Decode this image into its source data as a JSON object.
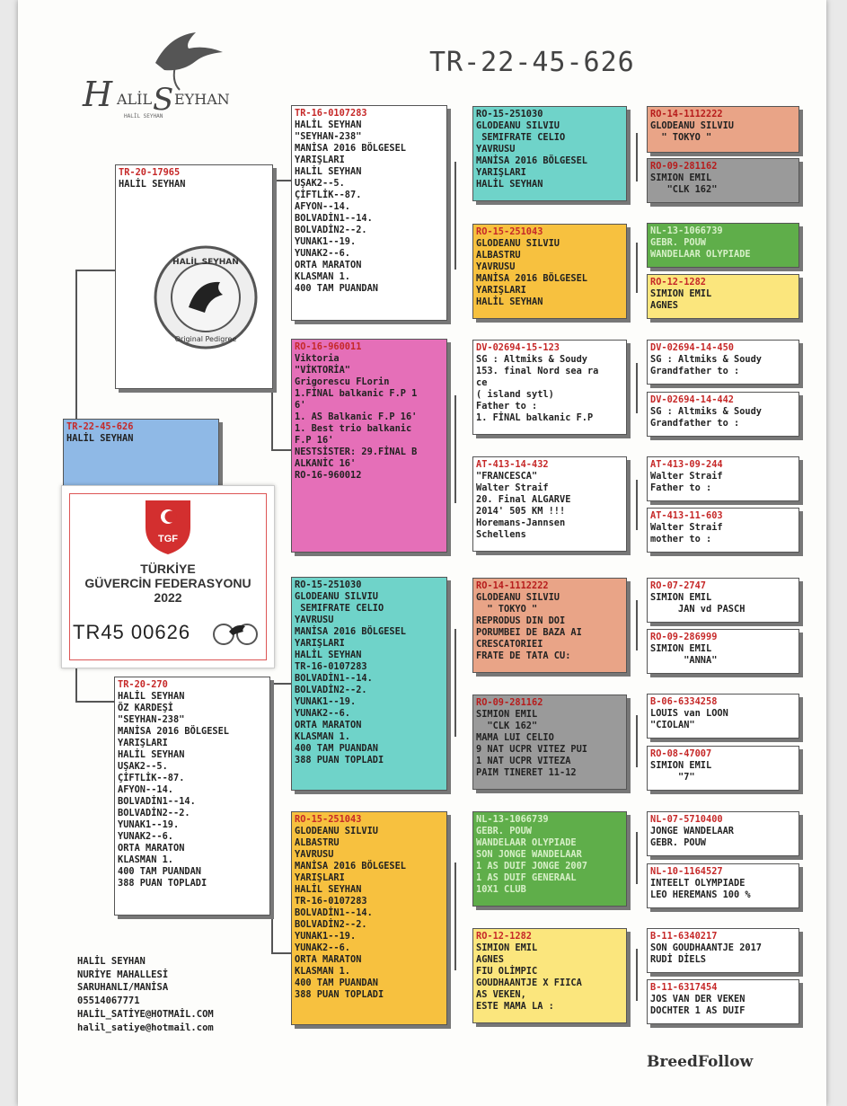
{
  "title": "TR-22-45-626",
  "logo": {
    "name": "HALİL SEYHAN",
    "tagline": "HALİL SEYHAN"
  },
  "seal": {
    "text": "HALİL SEYHAN · Original Pedigree"
  },
  "federation": {
    "line1": "TÜRKİYE",
    "line2": "GÜVERCİN FEDERASYONU",
    "line3": "2022",
    "ring": "TR45 00626",
    "badge": "TGF"
  },
  "owner": {
    "lines": [
      "HALİL SEYHAN",
      "NURİYE MAHALLESİ",
      "SARUHANLI/MANİSA",
      "05514067771",
      "HALİL_SATİYE@HOTMAİL.COM",
      "halil_satiye@hotmail.com"
    ]
  },
  "brand": "BreedFollow",
  "colors": {
    "blue": "#8fb9e6",
    "teal": "#6fd3c9",
    "pink": "#e56fb8",
    "orange": "#f7c13f",
    "salmon": "#e9a487",
    "gray": "#9a9a9a",
    "green": "#5fae4a",
    "yellow": "#fbe67d",
    "ring_red": "#c62828"
  },
  "pigeons": {
    "subject": {
      "id": "TR-22-45-626",
      "lines": [
        "HALİL SEYHAN"
      ]
    },
    "sire": {
      "id": "TR-20-17965",
      "lines": [
        "HALİL SEYHAN"
      ]
    },
    "dam": {
      "id": "TR-20-270",
      "lines": [
        "HALİL SEYHAN",
        "ÖZ KARDEŞİ",
        "\"SEYHAN-238\"",
        "MANİSA 2016 BÖLGESEL",
        "YARIŞLARI",
        "HALİL SEYHAN",
        "UŞAK2--5.",
        "ÇİFTLİK--87.",
        "AFYON--14.",
        "BOLVADİN1--14.",
        "BOLVADİN2--2.",
        "YUNAK1--19.",
        "YUNAK2--6.",
        "ORTA MARATON",
        "KLASMAN 1.",
        "400 TAM PUANDAN",
        "388 PUAN TOPLADI"
      ]
    },
    "ss": {
      "id": "TR-16-0107283",
      "lines": [
        "HALİL SEYHAN",
        "\"SEYHAN-238\"",
        "MANİSA 2016 BÖLGESEL",
        "YARIŞLARI",
        "HALİL SEYHAN",
        "UŞAK2--5.",
        "ÇİFTLİK--87.",
        "AFYON--14.",
        "BOLVADİN1--14.",
        "BOLVADİN2--2.",
        "YUNAK1--19.",
        "YUNAK2--6.",
        "ORTA MARATON",
        "KLASMAN 1.",
        "400 TAM PUANDAN"
      ]
    },
    "sd": {
      "id": "RO-16-960011",
      "lines": [
        "Viktoria",
        "\"VİKTORİA\"",
        "Grigorescu FLorin",
        "1.FİNAL balkanic F.P 1",
        "6'",
        "1. AS Balkanic F.P 16'",
        "1. Best trio balkanic",
        "F.P 16'",
        "NESTSİSTER: 29.FİNAL B",
        "ALKANİC 16'",
        "RO-16-960012"
      ]
    },
    "ds": {
      "id": "RO-15-251030",
      "lines": [
        "GLODEANU SILVIU",
        " SEMIFRATE CELIO",
        "YAVRUSU",
        "MANİSA 2016 BÖLGESEL",
        "YARIŞLARI",
        "HALİL SEYHAN",
        "TR-16-0107283",
        "BOLVADİN1--14.",
        "BOLVADİN2--2.",
        "YUNAK1--19.",
        "YUNAK2--6.",
        "ORTA MARATON",
        "KLASMAN 1.",
        "400 TAM PUANDAN",
        "388 PUAN TOPLADI"
      ]
    },
    "dd": {
      "id": "RO-15-251043",
      "lines": [
        "GLODEANU SILVIU",
        "ALBASTRU",
        "YAVRUSU",
        "MANİSA 2016 BÖLGESEL",
        "YARIŞLARI",
        "HALİL SEYHAN",
        "TR-16-0107283",
        "BOLVADİN1--14.",
        "BOLVADİN2--2.",
        "YUNAK1--19.",
        "YUNAK2--6.",
        "ORTA MARATON",
        "KLASMAN 1.",
        "400 TAM PUANDAN",
        "388 PUAN TOPLADI"
      ]
    },
    "sss": {
      "id": "RO-15-251030",
      "lines": [
        "GLODEANU SILVIU",
        " SEMIFRATE CELIO",
        "YAVRUSU",
        "MANİSA 2016 BÖLGESEL",
        "YARIŞLARI",
        "HALİL SEYHAN"
      ]
    },
    "ssd": {
      "id": "RO-15-251043",
      "lines": [
        "GLODEANU SILVIU",
        "ALBASTRU",
        "YAVRUSU",
        "MANİSA 2016 BÖLGESEL",
        "YARIŞLARI",
        "HALİL SEYHAN"
      ]
    },
    "sds": {
      "id": "DV-02694-15-123",
      "lines": [
        "SG : Altmiks & Soudy",
        "153. final Nord sea ra",
        "ce",
        "( island sytl)",
        "Father to :",
        "1. FİNAL balkanic F.P"
      ]
    },
    "sdd": {
      "id": "AT-413-14-432",
      "lines": [
        "\"FRANCESCA\"",
        "Walter Straif",
        "20. Final ALGARVE",
        "2014' 505 KM !!!",
        "Horemans-Jannsen",
        "Schellens"
      ]
    },
    "dss": {
      "id": "RO-14-1112222",
      "lines": [
        "GLODEANU SILVIU",
        "  \" TOKYO \"",
        "REPRODUS DIN DOI",
        "PORUMBEI DE BAZA AI",
        "CRESCATORIEI",
        "FRATE DE TATA CU:"
      ]
    },
    "dsd": {
      "id": "RO-09-281162",
      "lines": [
        "SIMION EMIL",
        "  \"CLK 162\"",
        "MAMA LUI CELIO",
        "9 NAT UCPR VITEZ PUI",
        "1 NAT UCPR VITEZA",
        "PAIM TINERET 11-12"
      ]
    },
    "dds": {
      "id": "NL-13-1066739",
      "lines": [
        "GEBR. POUW",
        "WANDELAAR OLYPIADE",
        "SON JONGE WANDELAAR",
        "1 AS DUIF JONGE 2007",
        "1 AS DUIF GENERAAL",
        "10X1 CLUB"
      ]
    },
    "ddd": {
      "id": "RO-12-1282",
      "lines": [
        "SIMION EMIL",
        "AGNES",
        "FIU OLİMPIC",
        "GOUDHAANTJE X FIICA",
        "AS VEKEN,",
        "ESTE MAMA LA :"
      ]
    },
    "g1": {
      "id": "RO-14-1112222",
      "lines": [
        "GLODEANU SILVIU",
        "  \" TOKYO \""
      ]
    },
    "g2": {
      "id": "RO-09-281162",
      "lines": [
        "SIMION EMIL",
        "   \"CLK 162\""
      ]
    },
    "g3": {
      "id": "NL-13-1066739",
      "lines": [
        "GEBR. POUW",
        "WANDELAAR OLYPIADE"
      ]
    },
    "g4": {
      "id": "RO-12-1282",
      "lines": [
        "SIMION EMIL",
        "AGNES"
      ]
    },
    "g5": {
      "id": "DV-02694-14-450",
      "lines": [
        "SG : Altmiks & Soudy",
        "Grandfather to :"
      ]
    },
    "g6": {
      "id": "DV-02694-14-442",
      "lines": [
        "SG : Altmiks & Soudy",
        "Grandfather to :"
      ]
    },
    "g7": {
      "id": "AT-413-09-244",
      "lines": [
        "Walter Straif",
        "Father to :"
      ]
    },
    "g8": {
      "id": "AT-413-11-603",
      "lines": [
        "Walter Straif",
        "mother to :"
      ]
    },
    "g9": {
      "id": "RO-07-2747",
      "lines": [
        "SIMION EMIL",
        "     JAN vd PASCH"
      ]
    },
    "g10": {
      "id": "RO-09-286999",
      "lines": [
        "SIMION EMIL",
        "      \"ANNA\""
      ]
    },
    "g11": {
      "id": "B-06-6334258",
      "lines": [
        "LOUIS van LOON",
        "\"CIOLAN\""
      ]
    },
    "g12": {
      "id": "RO-08-47007",
      "lines": [
        "SIMION EMIL",
        "     \"7\""
      ]
    },
    "g13": {
      "id": "NL-07-5710400",
      "lines": [
        "JONGE WANDELAAR",
        "GEBR. POUW"
      ]
    },
    "g14": {
      "id": "NL-10-1164527",
      "lines": [
        "INTEELT OLYMPIADE",
        "LEO HEREMANS 100 %"
      ]
    },
    "g15": {
      "id": "B-11-6340217",
      "lines": [
        "SON GOUDHAANTJE 2017",
        "RUDİ DİELS"
      ]
    },
    "g16": {
      "id": "B-11-6317454",
      "lines": [
        "JOS VAN DER VEKEN",
        "DOCHTER 1 AS DUIF"
      ]
    }
  }
}
